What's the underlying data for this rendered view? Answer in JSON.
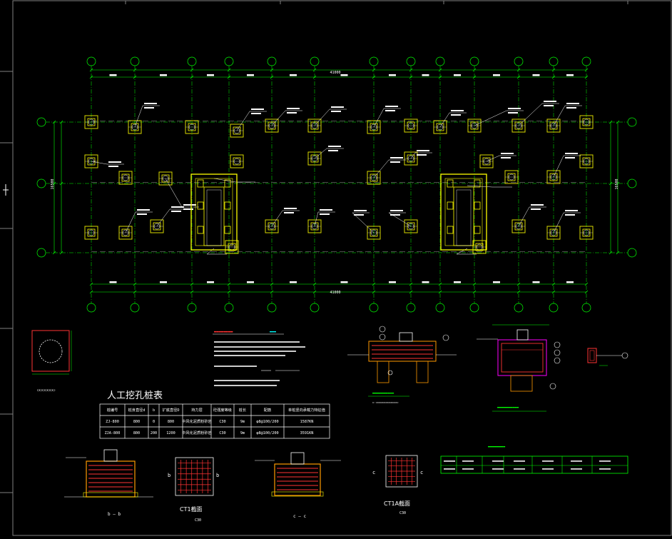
{
  "colors": {
    "background": "#000000",
    "grid_green": "#00ff00",
    "dim_white": "#ffffff",
    "column_yellow": "#ffff00",
    "pad_yellow": "#d8d800",
    "rebar_red": "#ff3333",
    "concrete_orange": "#ff9900",
    "frame_gray": "#808080",
    "magenta": "#ff00ff",
    "cyan": "#00ffff",
    "blue": "#3355ff"
  },
  "plan": {
    "top_total_dim": "41000",
    "bottom_total_dim": "41000",
    "left_total_dim": "16500",
    "right_total_dim": "16500"
  },
  "pile_table": {
    "title": "人工挖孔桩表",
    "headers": [
      "桩编号",
      "桩身直径d",
      "b",
      "扩底直径D",
      "持力层",
      "砼强度等级",
      "桩长",
      "配筋",
      "单桩竖向承载力特征值"
    ],
    "rows": [
      [
        "ZJ-800",
        "800",
        "0",
        "800",
        "中风化泥质粉砂岩",
        "C30",
        "9m",
        "φ8@100/200",
        "1587KN"
      ],
      [
        "ZJA-800",
        "800",
        "200",
        "1200",
        "中风化泥质粉砂岩",
        "C30",
        "9m",
        "φ8@100/200",
        "3591KN"
      ]
    ]
  },
  "labels": {
    "ct1a_section": "CT1A截面",
    "ct1_section": "CT1截面",
    "concrete_grade": "C30",
    "b_mark": "b",
    "c_mark": "c"
  }
}
